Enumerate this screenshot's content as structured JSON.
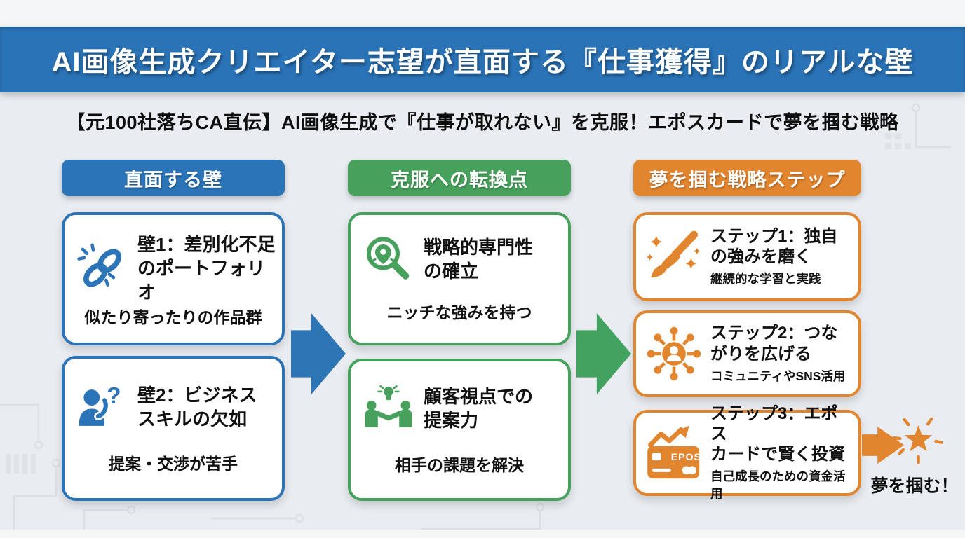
{
  "colors": {
    "banner_blue": "#2a73b7",
    "accent_blue": "#2b74b8",
    "accent_green": "#47a15c",
    "accent_orange": "#e2852f",
    "background": "#e9edf1",
    "card_background": "#ffffff",
    "text_dark": "#111111",
    "text_white": "#ffffff"
  },
  "banner": {
    "title": "AI画像生成クリエイター志望が直面する『仕事獲得』のリアルな壁"
  },
  "subtitle": "【元100社落ちCA直伝】AI画像生成で『仕事が取れない』を克服！エポスカードで夢を掴む戦略",
  "columns": [
    {
      "header": "直面する壁",
      "cards": [
        {
          "icon": "broken-chain-icon",
          "title": "壁1：差別化不足\nのポートフォリオ",
          "subtitle": "似たり寄ったりの作品群"
        },
        {
          "icon": "person-question-icon",
          "title": "壁2：ビジネス\nスキルの欠如",
          "subtitle": "提案・交渉が苦手"
        }
      ]
    },
    {
      "header": "克服への転換点",
      "cards": [
        {
          "icon": "search-pin-icon",
          "title": "戦略的専門性\nの確立",
          "subtitle": "ニッチな強みを持つ"
        },
        {
          "icon": "handshake-idea-icon",
          "title": "顧客視点での\n提案力",
          "subtitle": "相手の課題を解決"
        }
      ]
    },
    {
      "header": "夢を掴む戦略ステップ",
      "cards": [
        {
          "icon": "paintbrush-icon",
          "title": "ステップ1：独自\nの強みを磨く",
          "subtitle": "継続的な学習と実践"
        },
        {
          "icon": "network-icon",
          "title": "ステップ2：つな\nがりを広げる",
          "subtitle": "コミュニティやSNS活用"
        },
        {
          "icon": "epos-card-icon",
          "title": "ステップ3：エポス\nカードで賢く投資",
          "subtitle": "自己成長のための資金活用"
        }
      ]
    }
  ],
  "goal": {
    "label": "夢を掴む！",
    "icon": "starburst-icon"
  },
  "glyphs": {
    "question": "?",
    "epos": "EPOS"
  }
}
